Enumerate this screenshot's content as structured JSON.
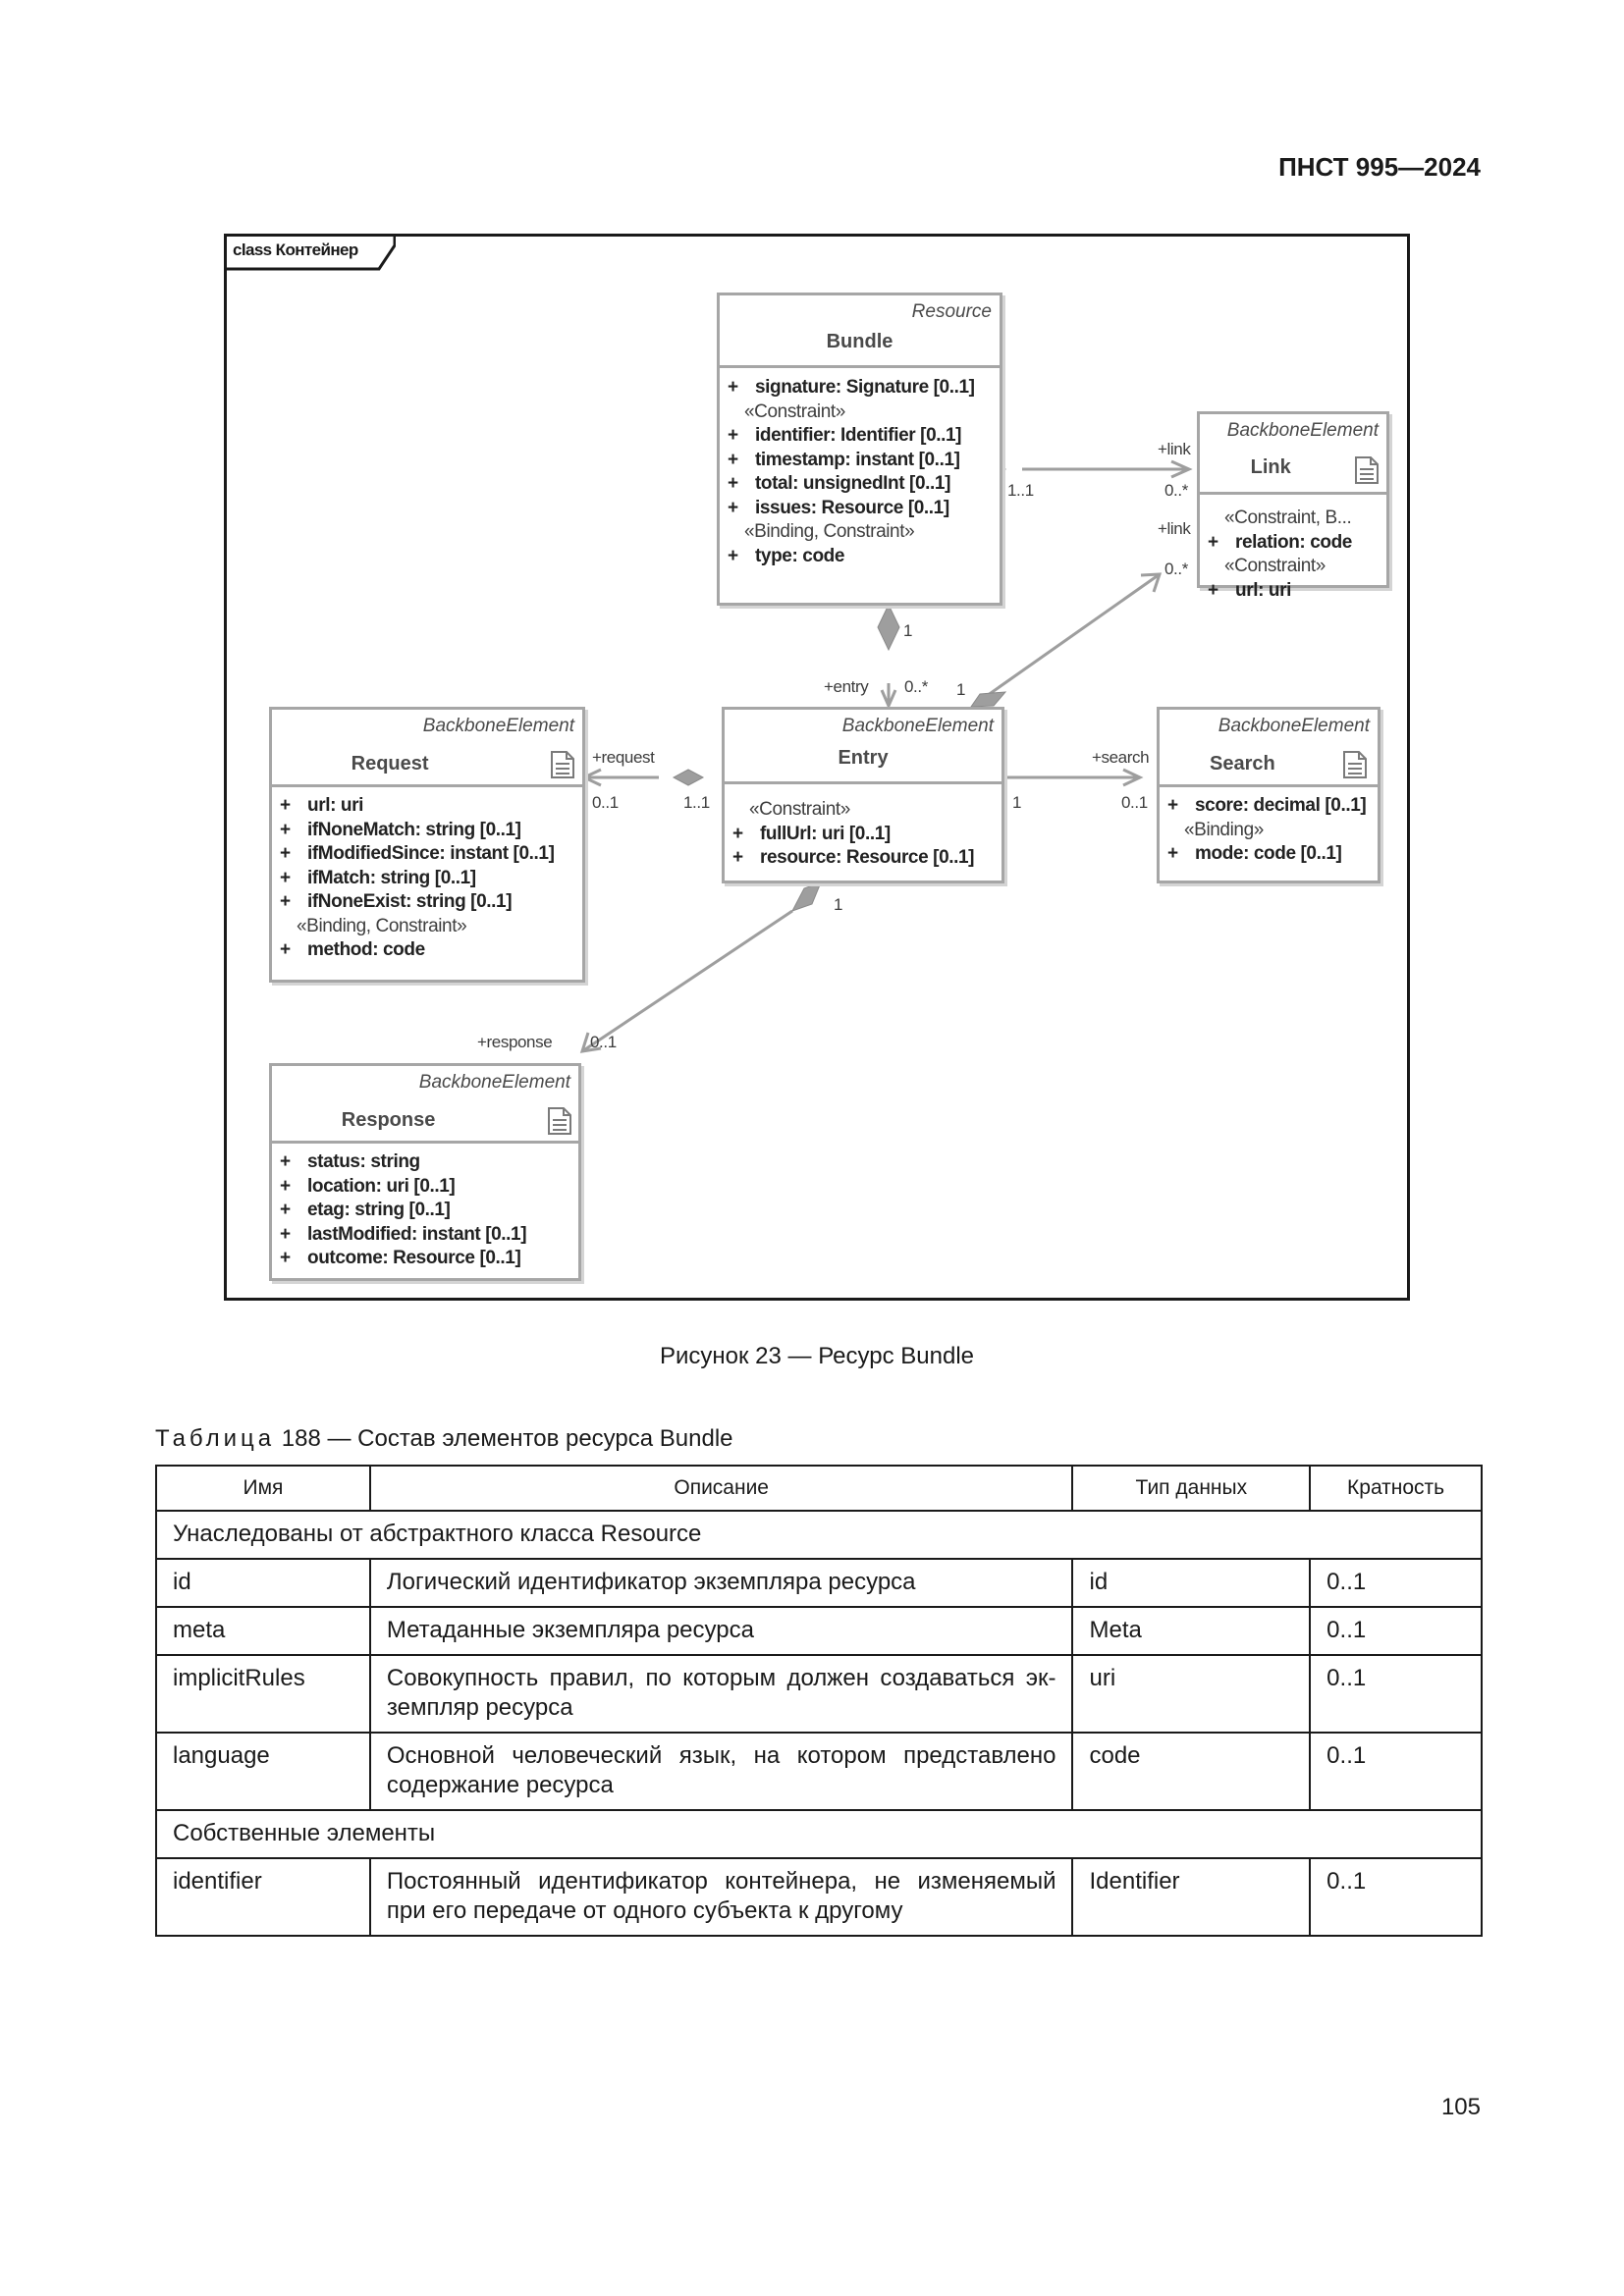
{
  "header": {
    "code": "ПНСТ 995—2024"
  },
  "diagram": {
    "frame_label": "class Контейнер",
    "bundle": {
      "stereotype": "Resource",
      "name": "Bundle",
      "attrs": [
        {
          "sym": "+",
          "text": "signature: Signature [0..1]"
        },
        {
          "head": "«Constraint»"
        },
        {
          "sym": "+",
          "text": "identifier: Identifier [0..1]"
        },
        {
          "sym": "+",
          "text": "timestamp: instant [0..1]"
        },
        {
          "sym": "+",
          "text": "total: unsignedInt [0..1]"
        },
        {
          "sym": "+",
          "text": "issues: Resource [0..1]"
        },
        {
          "head": "«Binding, Constraint»"
        },
        {
          "sym": "+",
          "text": "type: code"
        }
      ]
    },
    "link": {
      "stereotype": "BackboneElement",
      "name": "Link",
      "attrs": [
        {
          "head": "«Constraint, B..."
        },
        {
          "sym": "+",
          "text": "relation: code"
        },
        {
          "head": "«Constraint»"
        },
        {
          "sym": "+",
          "text": "url: uri"
        }
      ]
    },
    "request": {
      "stereotype": "BackboneElement",
      "name": "Request",
      "attrs": [
        {
          "sym": "+",
          "text": "url: uri"
        },
        {
          "sym": "+",
          "text": "ifNoneMatch: string [0..1]"
        },
        {
          "sym": "+",
          "text": "ifModifiedSince: instant [0..1]"
        },
        {
          "sym": "+",
          "text": "ifMatch: string [0..1]"
        },
        {
          "sym": "+",
          "text": "ifNoneExist: string [0..1]"
        },
        {
          "head": "«Binding, Constraint»"
        },
        {
          "sym": "+",
          "text": "method: code"
        }
      ]
    },
    "entry": {
      "stereotype": "BackboneElement",
      "name": "Entry",
      "attrs": [
        {
          "head": "«Constraint»"
        },
        {
          "sym": "+",
          "text": "fullUrl: uri [0..1]"
        },
        {
          "sym": "+",
          "text": "resource: Resource [0..1]"
        }
      ]
    },
    "search": {
      "stereotype": "BackboneElement",
      "name": "Search",
      "attrs": [
        {
          "sym": "+",
          "text": "score: decimal [0..1]"
        },
        {
          "head": "«Binding»"
        },
        {
          "sym": "+",
          "text": "mode: code [0..1]"
        }
      ]
    },
    "response": {
      "stereotype": "BackboneElement",
      "name": "Response",
      "attrs": [
        {
          "sym": "+",
          "text": "status: string"
        },
        {
          "sym": "+",
          "text": "location: uri [0..1]"
        },
        {
          "sym": "+",
          "text": "etag: string [0..1]"
        },
        {
          "sym": "+",
          "text": "lastModified: instant [0..1]"
        },
        {
          "sym": "+",
          "text": "outcome: Resource [0..1]"
        }
      ]
    },
    "labels": {
      "link1_role": "+link",
      "link1_src": "1..1",
      "link1_dst": "0..*",
      "link2_role": "+link",
      "link2_dst": "0..*",
      "link2_src": "1",
      "entry_src": "1",
      "entry_role": "+entry",
      "entry_dst": "0..*",
      "req_role": "+request",
      "req_dst": "0..1",
      "req_src": "1..1",
      "search_role": "+search",
      "search_src": "1",
      "search_dst": "0..1",
      "resp_src": "1",
      "resp_role": "+response",
      "resp_dst": "0..1"
    }
  },
  "caption": "Рисунок 23 — Ресурс Bundle",
  "table": {
    "title_prefix": "Таблица",
    "title_rest": " 188 — Состав элементов ресурса Bundle",
    "headers": [
      "Имя",
      "Описание",
      "Тип данных",
      "Кратность"
    ],
    "group1": "Унаследованы от абстрактного класса Resource",
    "rows1": [
      {
        "name": "id",
        "desc": "Логический идентификатор экземпляра ресурса",
        "type": "id",
        "card": "0..1"
      },
      {
        "name": "meta",
        "desc": "Метаданные экземпляра ресурса",
        "type": "Meta",
        "card": "0..1"
      },
      {
        "name": "implicitRules",
        "desc": "Совокупность правил, по которым должен создаваться эк-земпляр ресурса",
        "type": "uri",
        "card": "0..1"
      },
      {
        "name": "language",
        "desc": "Основной человеческий язык, на котором представлено содержание ресурса",
        "type": "code",
        "card": "0..1"
      }
    ],
    "group2": "Собственные элементы",
    "rows2": [
      {
        "name": "identifier",
        "desc": "Постоянный идентификатор контейнера, не изменяемый при его передаче от одного субъекта к другому",
        "type": "Identifier",
        "card": "0..1"
      }
    ]
  },
  "page_number": "105"
}
